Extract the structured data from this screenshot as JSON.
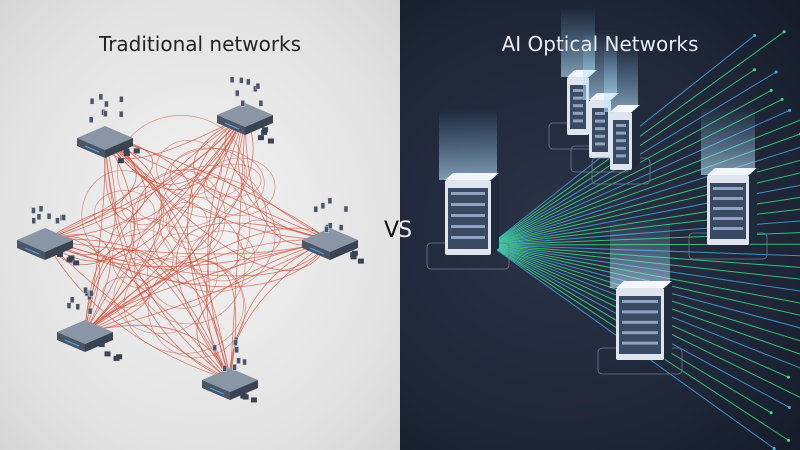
{
  "left_panel": {
    "title": "Traditional networks"
  },
  "right_panel": {
    "title": "AI Optical Networks"
  },
  "separator": {
    "label_left": "V",
    "label_right": "S"
  },
  "colors": {
    "left_bg": "#e6e6e6",
    "right_bg": "#1d2536",
    "tangle": "#d0503c",
    "fiber_green": "#3fe08a",
    "fiber_blue": "#4aa8e8"
  }
}
